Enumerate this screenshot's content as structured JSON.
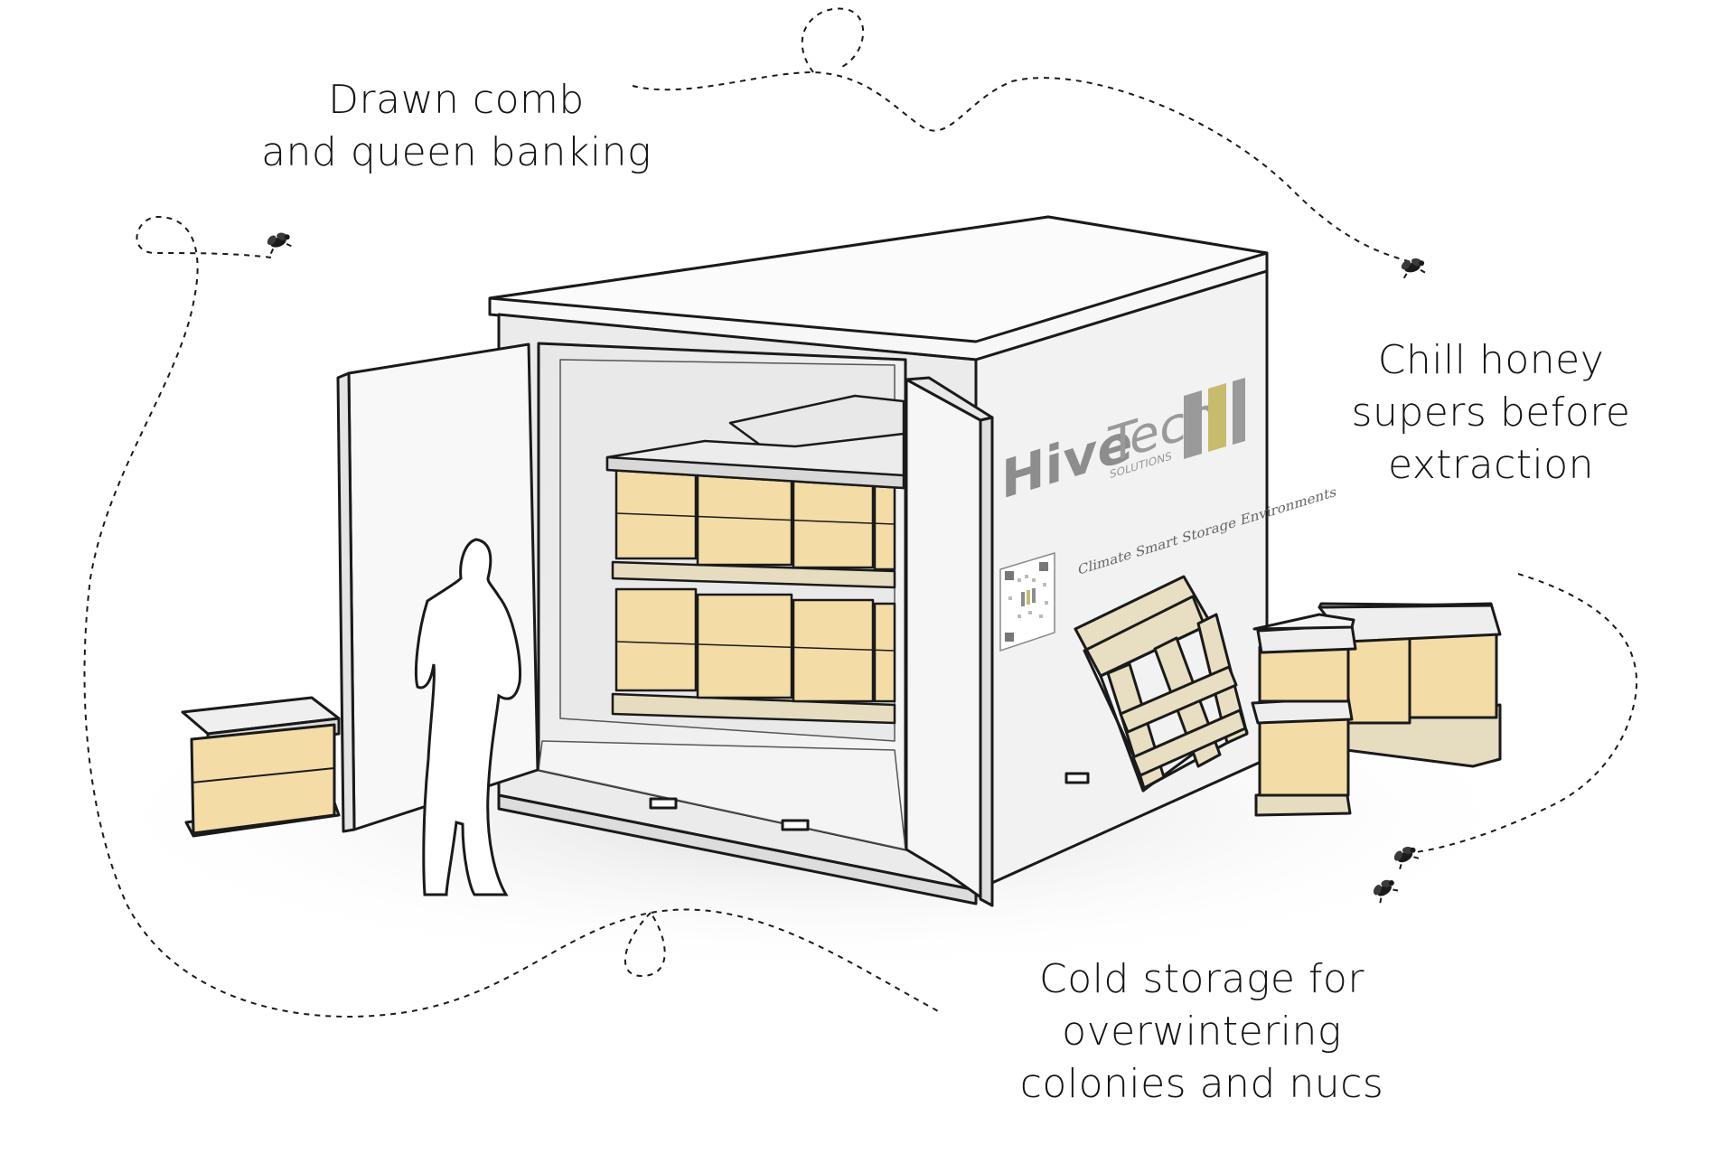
{
  "captions": {
    "drawn_comb": [
      "Drawn comb",
      "and queen banking"
    ],
    "chill_supers": [
      "Chill honey",
      "supers before",
      "extraction"
    ],
    "cold_storage": [
      "Cold storage for",
      "overwintering",
      "colonies and nucs"
    ]
  },
  "brand": {
    "logo_word_1": "Hive",
    "logo_word_2": "Tech",
    "logo_sub": "SOLUTIONS",
    "tagline": "Climate Smart Storage Environments"
  },
  "colors": {
    "hive_box": "#f3dca6",
    "pallet": "#e6dcc0",
    "logo_gray": "#8d8d8d",
    "logo_accent": "#c7bb6e",
    "outline": "#1a1a1a"
  },
  "icons": [
    "bee-icon",
    "qr-code-icon",
    "person-silhouette"
  ]
}
